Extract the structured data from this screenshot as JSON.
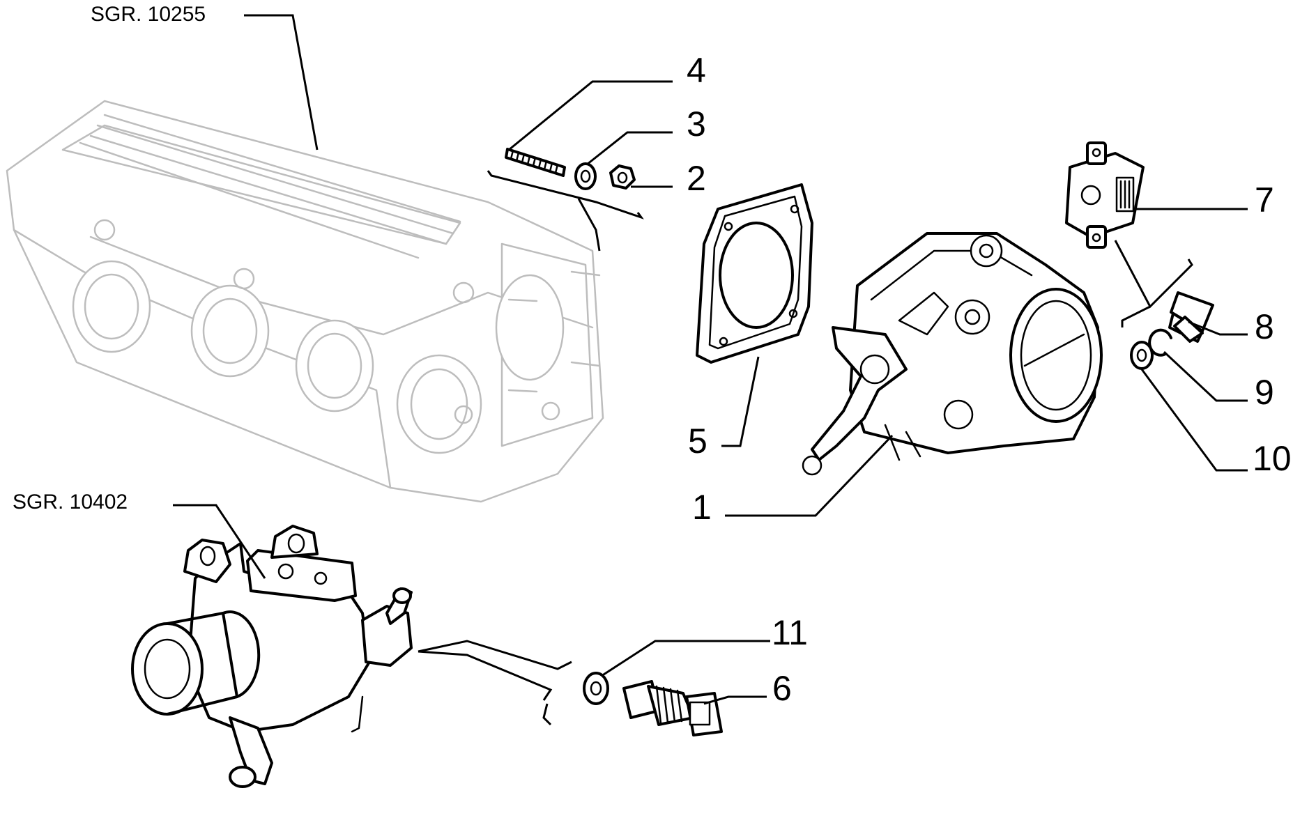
{
  "references": {
    "upper": "SGR. 10255",
    "lower": "SGR. 10402"
  },
  "callouts": {
    "p1": "1",
    "p2": "2",
    "p3": "3",
    "p4": "4",
    "p5": "5",
    "p6": "6",
    "p7": "7",
    "p8": "8",
    "p9": "9",
    "p10": "10",
    "p11": "11"
  }
}
